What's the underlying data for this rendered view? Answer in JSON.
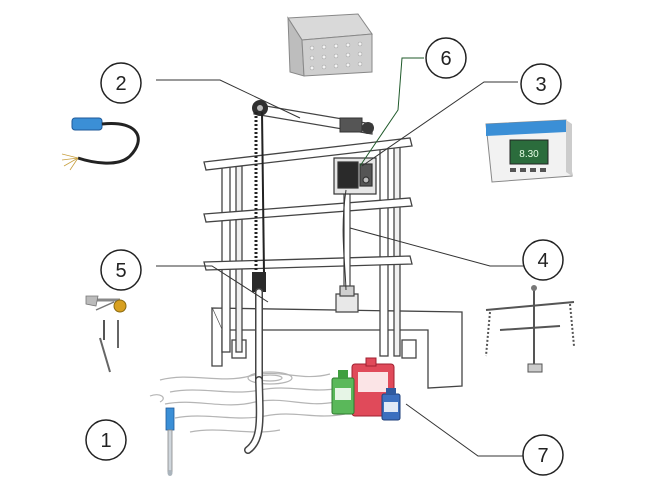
{
  "diagram": {
    "callouts": [
      {
        "id": "1",
        "label": "1"
      },
      {
        "id": "2",
        "label": "2"
      },
      {
        "id": "3",
        "label": "3"
      },
      {
        "id": "4",
        "label": "4"
      },
      {
        "id": "5",
        "label": "5"
      },
      {
        "id": "6",
        "label": "6"
      },
      {
        "id": "7",
        "label": "7"
      }
    ],
    "transmitter_display_value": "8.30",
    "colors": {
      "line": "#333333",
      "green_leader": "#1f5a2a",
      "sensor_blue": "#3b8fd6",
      "canister_red": "#e04a5a",
      "bottle_green": "#5ab85a",
      "bottle_blue": "#3c6fbf",
      "water": "#cfcfcf"
    }
  }
}
